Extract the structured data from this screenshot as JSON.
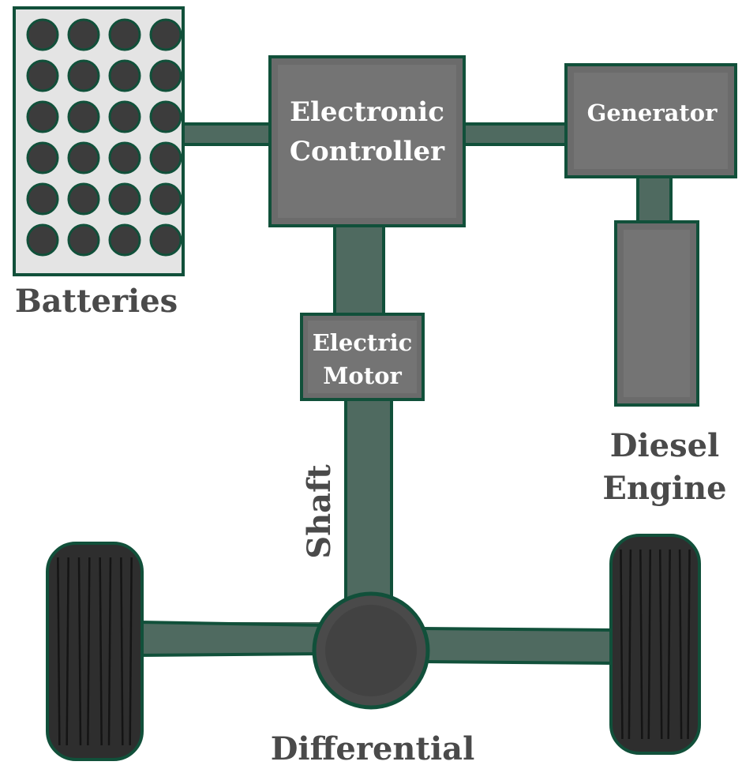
{
  "labels": {
    "batteries": "Batteries",
    "electronic_controller_line1": "Electronic",
    "electronic_controller_line2": "Controller",
    "generator": "Generator",
    "electric_motor_line1": "Electric",
    "electric_motor_line2": "Motor",
    "diesel_engine_line1": "Diesel",
    "diesel_engine_line2": "Engine",
    "shaft": "Shaft",
    "differential": "Differential"
  },
  "colors": {
    "connector": "#4f6a60",
    "outline": "#11503a",
    "block": "#6b6b6b",
    "battery_cell": "#3c3c3c",
    "tire": "#2e2e2e",
    "label_text": "#4a4a4a"
  },
  "battery_grid": {
    "rows": 6,
    "cols": 4
  }
}
